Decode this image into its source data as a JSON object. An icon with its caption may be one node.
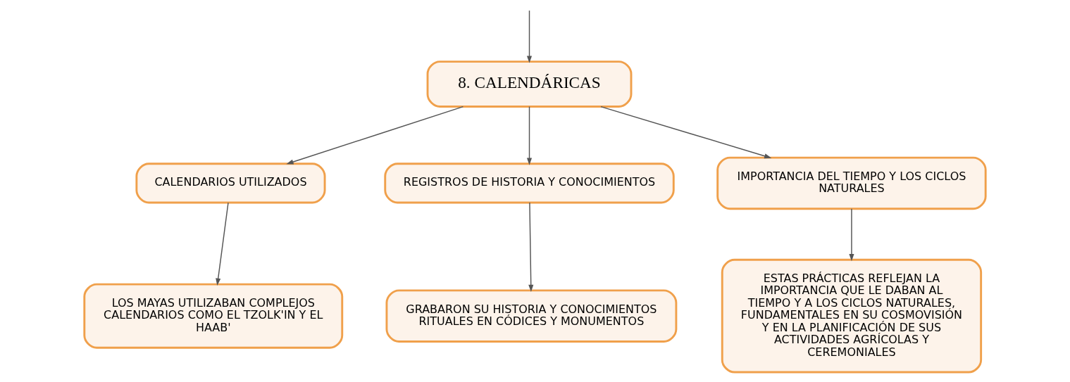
{
  "diagram": {
    "nodes": [
      {
        "text": [
          "8. CALENDÁRICAS"
        ]
      },
      {
        "text": [
          "CALENDARIOS UTILIZADOS"
        ]
      },
      {
        "text": [
          "REGISTROS DE HISTORIA Y CONOCIMIENTOS"
        ]
      },
      {
        "text": [
          "IMPORTANCIA DEL TIEMPO Y LOS CICLOS NATURALES"
        ]
      },
      {
        "text": [
          "LOS MAYAS UTILIZABAN COMPLEJOS CALENDARIOS COMO EL TZOLK'IN Y EL HAAB'"
        ]
      },
      {
        "text": [
          "GRABARON SU HISTORIA Y CONOCIMIENTOS RITUALES EN CÓDICES Y MONUMENTOS"
        ]
      },
      {
        "text": [
          "ESTAS PRÁCTICAS REFLEJAN LA IMPORTANCIA QUE LE DABAN AL TIEMPO Y A LOS CICLOS NATURALES, FUNDAMENTALES EN SU COSMOVISIÓN Y EN LA PLANIFICACIÓN DE SUS ACTIVIDADES AGRÍCOLAS Y CEREMONIALES"
        ]
      }
    ],
    "edges": [
      {
        "from": null,
        "to": 0,
        "arrow": "to"
      },
      {
        "from": 0,
        "to": 1,
        "arrow": "to"
      },
      {
        "from": 0,
        "to": 2,
        "arrow": "to"
      },
      {
        "from": 0,
        "to": 3,
        "arrow": "to"
      },
      {
        "from": 1,
        "to": 4,
        "arrow": "to"
      },
      {
        "from": 2,
        "to": 5,
        "arrow": "to"
      },
      {
        "from": 3,
        "to": 6,
        "arrow": "to"
      }
    ]
  }
}
